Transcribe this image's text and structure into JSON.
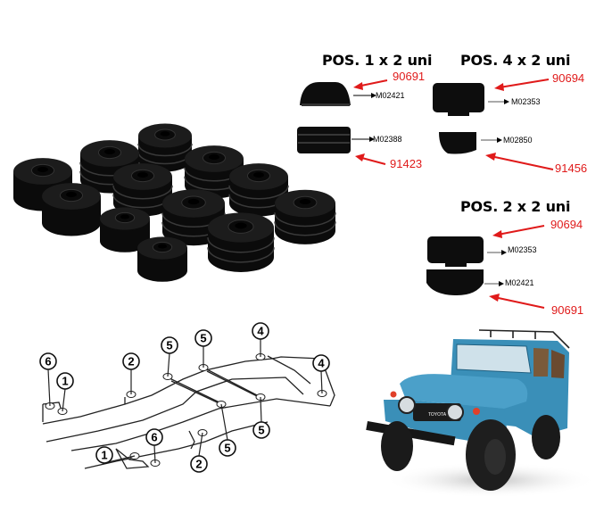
{
  "bushing_kit": {
    "description": "Set of 12 black body mount bushings",
    "count": 12
  },
  "groups": [
    {
      "title": "POS. 1 x 2 uni",
      "parts": [
        {
          "position": "top",
          "part_number": "90691",
          "code": "M02421"
        },
        {
          "position": "bottom",
          "part_number": "91423",
          "code": "M02388"
        }
      ]
    },
    {
      "title": "POS. 4 x 2 uni",
      "parts": [
        {
          "position": "top",
          "part_number": "90694",
          "code": "M02353"
        },
        {
          "position": "bottom",
          "part_number": "91456",
          "code": "M02850"
        }
      ]
    },
    {
      "title": "POS. 2 x 2 uni",
      "parts": [
        {
          "position": "top",
          "part_number": "90694",
          "code": "M02353"
        },
        {
          "position": "bottom",
          "part_number": "90691",
          "code": "M02421"
        }
      ]
    }
  ],
  "frame_diagram": {
    "labels": [
      "6",
      "1",
      "2",
      "5",
      "5",
      "4",
      "4",
      "5",
      "6",
      "1",
      "2",
      "5"
    ]
  },
  "vehicle": {
    "description": "Blue Toyota Land Cruiser FJ40 with roof rack",
    "grille_text": "TOYOTA"
  },
  "colors": {
    "annotation_red": "#e01a1a",
    "rubber_black": "#0d0d0d",
    "vehicle_blue": "#3a8fb8"
  }
}
